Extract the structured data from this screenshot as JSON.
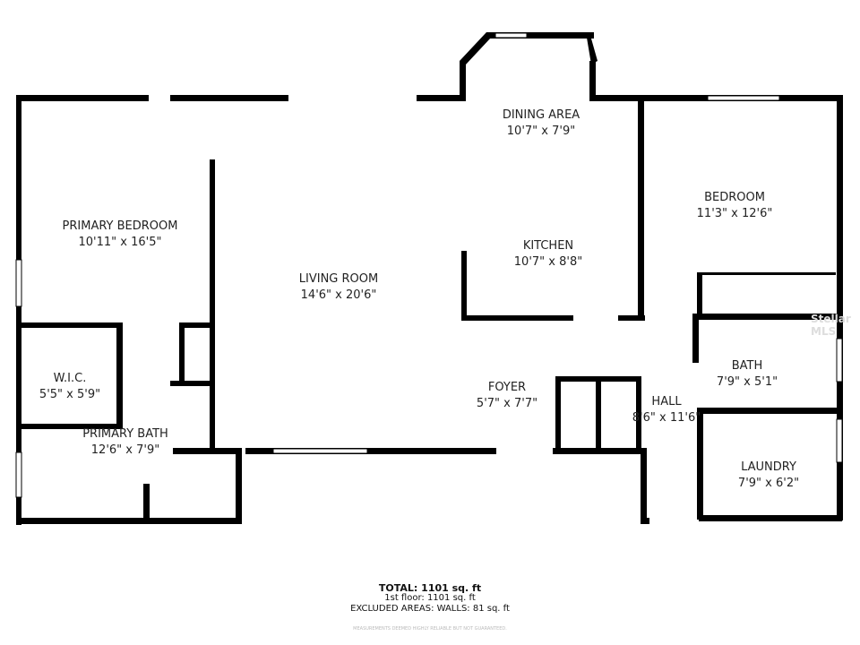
{
  "rooms": [
    {
      "name": "PRIMARY BEDROOM",
      "size": "10'11\" x 16'5\""
    },
    {
      "name": "LIVING ROOM",
      "size": "14'6\" x 20'6\""
    },
    {
      "name": "DINING AREA",
      "size": "10'7\" x 7'9\""
    },
    {
      "name": "KITCHEN",
      "size": "10'7\" x 8'8\""
    },
    {
      "name": "BEDROOM",
      "size": "11'3\" x 12'6\""
    },
    {
      "name": "W.I.C.",
      "size": "5'5\" x 5'9\""
    },
    {
      "name": "PRIMARY BATH",
      "size": "12'6\" x 7'9\""
    },
    {
      "name": "FOYER",
      "size": "5'7\" x 7'7\""
    },
    {
      "name": "HALL",
      "size": "8'6\" x 11'6\""
    },
    {
      "name": "BATH",
      "size": "7'9\" x 5'1\""
    },
    {
      "name": "LAUNDRY",
      "size": "7'9\" x 6'2\""
    }
  ],
  "summary": {
    "total": "TOTAL: 1101 sq. ft",
    "floor1": "1st floor: 1101 sq. ft",
    "excluded": "EXCLUDED AREAS: WALLS: 81 sq. ft",
    "disclaimer": "MEASUREMENTS DEEMED HIGHLY RELIABLE BUT NOT GUARANTEED."
  },
  "watermark": "Stellar MLS"
}
